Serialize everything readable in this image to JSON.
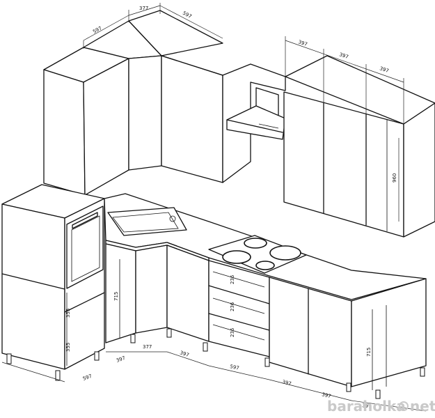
{
  "dimensions": {
    "top_a": "597",
    "top_b": "377",
    "top_c": "597",
    "top_d": "397",
    "top_e": "397",
    "top_f": "397",
    "height_upper": "960",
    "drawer_1": "236",
    "drawer_2": "236",
    "drawer_3": "236",
    "base_h_left": "715",
    "base_h_right": "715",
    "oven_d1": "355",
    "oven_d2": "355",
    "bot_a": "597",
    "bot_b": "397",
    "bot_c": "377",
    "bot_d": "397",
    "bot_e": "597",
    "bot_f": "397",
    "bot_g": "397",
    "bot_h": "397"
  },
  "watermark": {
    "text": "baraholka",
    "suffix": "net"
  }
}
